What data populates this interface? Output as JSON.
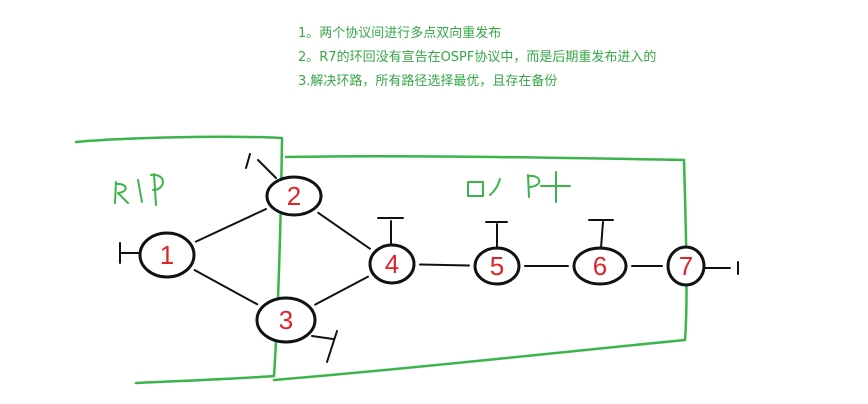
{
  "notes": [
    "1。两个协议间进行多点双向重发布",
    "2。R7的环回没有宣告在OSPF协议中，而是后期重发布进入的",
    "3.解决环路，所有路径选择最优，且存在备份"
  ],
  "colors": {
    "notes": "#35a845",
    "region": "#3bb54a",
    "node_stroke": "#111111",
    "node_label": "#e0242a",
    "link": "#111111"
  },
  "regions": [
    {
      "id": "rip",
      "label": "RIP"
    },
    {
      "id": "ospf",
      "label": "OSPF"
    }
  ],
  "nodes": [
    {
      "id": "r1",
      "label": "1"
    },
    {
      "id": "r2",
      "label": "2"
    },
    {
      "id": "r3",
      "label": "3"
    },
    {
      "id": "r4",
      "label": "4"
    },
    {
      "id": "r5",
      "label": "5"
    },
    {
      "id": "r6",
      "label": "6"
    },
    {
      "id": "r7",
      "label": "7"
    }
  ],
  "links": [
    {
      "from": "r1",
      "to": "r2"
    },
    {
      "from": "r1",
      "to": "r3"
    },
    {
      "from": "r2",
      "to": "r4"
    },
    {
      "from": "r3",
      "to": "r4"
    },
    {
      "from": "r4",
      "to": "r5"
    },
    {
      "from": "r5",
      "to": "r6"
    },
    {
      "from": "r6",
      "to": "r7"
    }
  ]
}
